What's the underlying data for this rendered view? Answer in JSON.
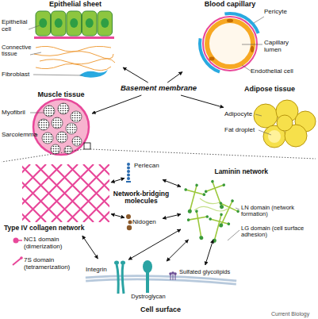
{
  "diagram": {
    "nodes": [
      {
        "text": [
          "Epithelial sheet"
        ]
      },
      {
        "text": [
          "Blood capillary"
        ]
      },
      {
        "text": [
          "Muscle tissue"
        ]
      },
      {
        "text": [
          "Adipose tissue"
        ]
      },
      {
        "text": [
          "Basement membrane"
        ]
      },
      {
        "text": [
          "Type IV collagen network"
        ]
      },
      {
        "text": [
          "Perlecan"
        ]
      },
      {
        "text": [
          "Nidogen"
        ]
      },
      {
        "text": [
          "Laminin network"
        ]
      },
      {
        "text": [
          "Cell surface"
        ]
      },
      {
        "text": [
          "Integrin"
        ],
        "in": 9
      },
      {
        "text": [
          "Dystroglycan"
        ],
        "in": 9
      },
      {
        "text": [
          "Sulfated glycolipids"
        ],
        "in": 9
      }
    ],
    "edges": [
      {
        "from": 4,
        "to": 0,
        "arrow": "to"
      },
      {
        "from": 4,
        "to": 1,
        "arrow": "to"
      },
      {
        "from": 4,
        "to": 2,
        "arrow": "to"
      },
      {
        "from": 4,
        "to": 3,
        "arrow": "to"
      },
      {
        "from": 6,
        "to": 5,
        "arrow": "both"
      },
      {
        "from": 6,
        "to": 8,
        "arrow": "both"
      },
      {
        "from": 7,
        "to": 5,
        "arrow": "both"
      },
      {
        "from": 7,
        "to": 8,
        "arrow": "both"
      },
      {
        "from": 5,
        "to": 10,
        "arrow": "both"
      },
      {
        "from": 8,
        "to": 10,
        "arrow": "both"
      },
      {
        "from": 8,
        "to": 11,
        "arrow": "both"
      },
      {
        "from": 8,
        "to": 12,
        "arrow": "both"
      }
    ],
    "labels": [
      "Epithelial cell",
      "Connective tissue",
      "Fibroblast",
      "Pericyte",
      "Capillary lumen",
      "Endothelial cell",
      "Myofibril",
      "Sarcolemma",
      "Adipocyte",
      "Fat droplet",
      "Network-bridging molecules",
      "NC1 domain (dimerization)",
      "7S domain (tetramerization)",
      "LN domain (network formation)",
      "LG domain (cell surface adhesion)",
      "Current Biology"
    ]
  }
}
